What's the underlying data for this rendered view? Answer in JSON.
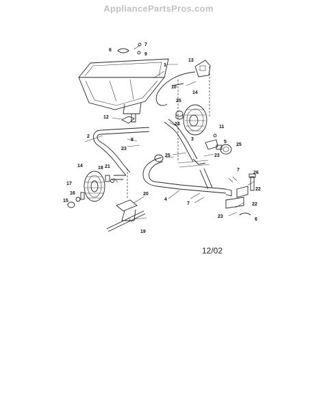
{
  "header": {
    "site_name": "AppliancePartsPros.com"
  },
  "diagram": {
    "date_code": "12/02",
    "callouts": [
      {
        "num": "1"
      },
      {
        "num": "2"
      },
      {
        "num": "3"
      },
      {
        "num": "4"
      },
      {
        "num": "5"
      },
      {
        "num": "6"
      },
      {
        "num": "6"
      },
      {
        "num": "7"
      },
      {
        "num": "7"
      },
      {
        "num": "7"
      },
      {
        "num": "8"
      },
      {
        "num": "9"
      },
      {
        "num": "10"
      },
      {
        "num": "11"
      },
      {
        "num": "12"
      },
      {
        "num": "13"
      },
      {
        "num": "14"
      },
      {
        "num": "14"
      },
      {
        "num": "15"
      },
      {
        "num": "16"
      },
      {
        "num": "17"
      },
      {
        "num": "18"
      },
      {
        "num": "19"
      },
      {
        "num": "20"
      },
      {
        "num": "21"
      },
      {
        "num": "22"
      },
      {
        "num": "22"
      },
      {
        "num": "23"
      },
      {
        "num": "23"
      },
      {
        "num": "23"
      },
      {
        "num": "24"
      },
      {
        "num": "25"
      },
      {
        "num": "25"
      },
      {
        "num": "25"
      },
      {
        "num": "26"
      }
    ]
  }
}
